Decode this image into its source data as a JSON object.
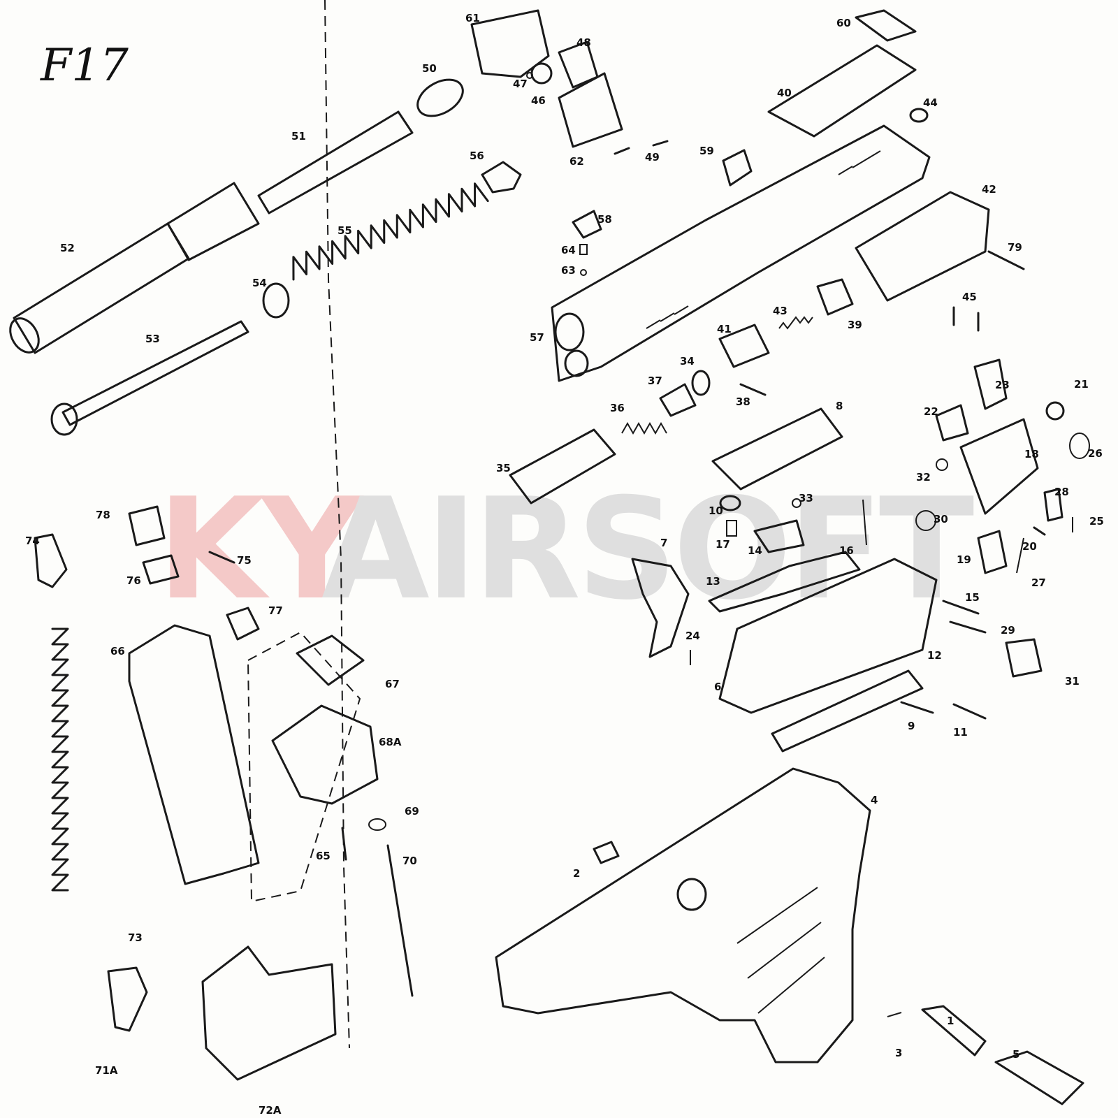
{
  "diagram": {
    "title": "F17",
    "watermark": {
      "text_a": "KY",
      "text_b": "AIRSOFT",
      "color_a": "#f2b8b8",
      "color_b": "#d6d6d6"
    },
    "labels": [
      "1",
      "2",
      "3",
      "4",
      "5",
      "6",
      "7",
      "8",
      "9",
      "10",
      "11",
      "12",
      "13",
      "14",
      "15",
      "16",
      "17",
      "18",
      "19",
      "20",
      "21",
      "22",
      "23",
      "24",
      "25",
      "26",
      "27",
      "28",
      "29",
      "30",
      "31",
      "32",
      "33",
      "34",
      "35",
      "36",
      "37",
      "38",
      "39",
      "40",
      "41",
      "42",
      "43",
      "44",
      "45",
      "46",
      "47",
      "48",
      "49",
      "50",
      "51",
      "52",
      "53",
      "54",
      "55",
      "56",
      "57",
      "58",
      "59",
      "60",
      "61",
      "62",
      "63",
      "64",
      "65",
      "66",
      "67",
      "68A",
      "69",
      "70",
      "71A",
      "72A",
      "73",
      "74",
      "75",
      "76",
      "77",
      "78",
      "79"
    ]
  }
}
